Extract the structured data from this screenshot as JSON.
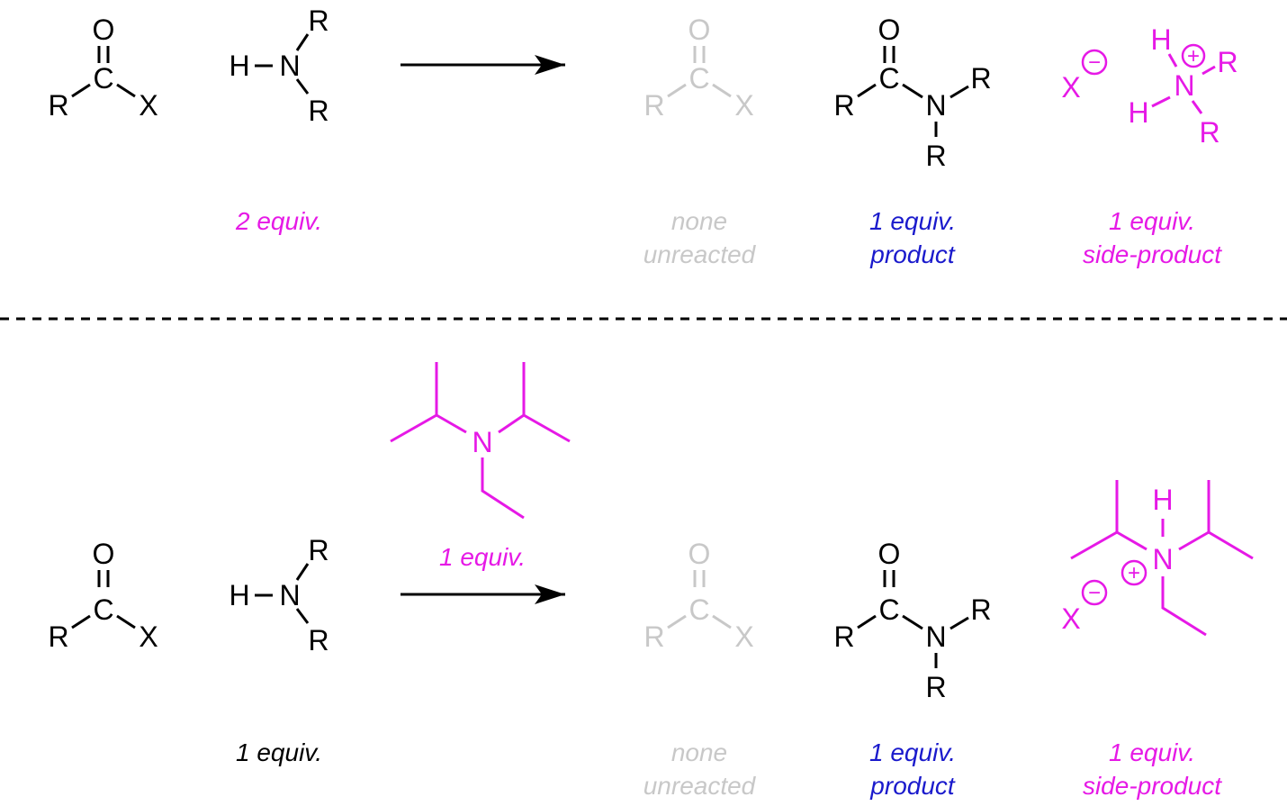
{
  "colors": {
    "black": "#000000",
    "magenta": "#e619e6",
    "gray": "#c8c8c8",
    "blue": "#1a1acc"
  },
  "atoms": {
    "R": "R",
    "X": "X",
    "O": "O",
    "C": "C",
    "N": "N",
    "H": "H"
  },
  "charges": {
    "plus": "+",
    "minus": "−"
  },
  "top_scheme": {
    "amine_amount": "2 equiv.",
    "unreacted": [
      "none",
      "unreacted"
    ],
    "product": [
      "1 equiv.",
      "product"
    ],
    "side_product": [
      "1 equiv.",
      "side-product"
    ]
  },
  "bottom_scheme": {
    "base_amount": "1 equiv.",
    "amine_amount": "1 equiv.",
    "unreacted": [
      "none",
      "unreacted"
    ],
    "product": [
      "1 equiv.",
      "product"
    ],
    "side_product": [
      "1 equiv.",
      "side-product"
    ]
  }
}
